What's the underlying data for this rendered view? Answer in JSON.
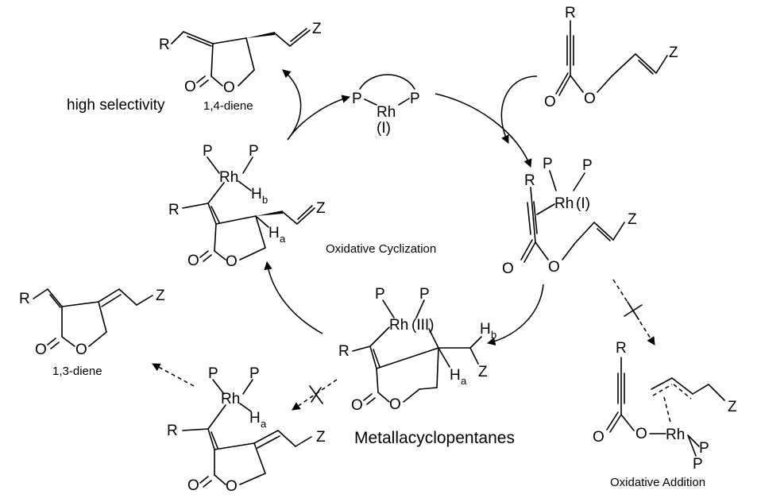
{
  "labels": {
    "P": "P",
    "Rh": "Rh",
    "R": "R",
    "Z": "Z",
    "O": "O",
    "H": "H",
    "a": "a",
    "b": "b",
    "ox1": "(I)",
    "ox3": "(III)"
  },
  "captions": {
    "high_selectivity": "high selectivity",
    "diene_14": "1,4-diene",
    "diene_13": "1,3-diene",
    "oxidative_cyclization": "Oxidative Cyclization",
    "metallacyclopentanes": "Metallacyclopentanes",
    "oxidative_addition": "Oxidative Addition"
  },
  "colors": {
    "ink": "#000000",
    "background": "#ffffff"
  }
}
